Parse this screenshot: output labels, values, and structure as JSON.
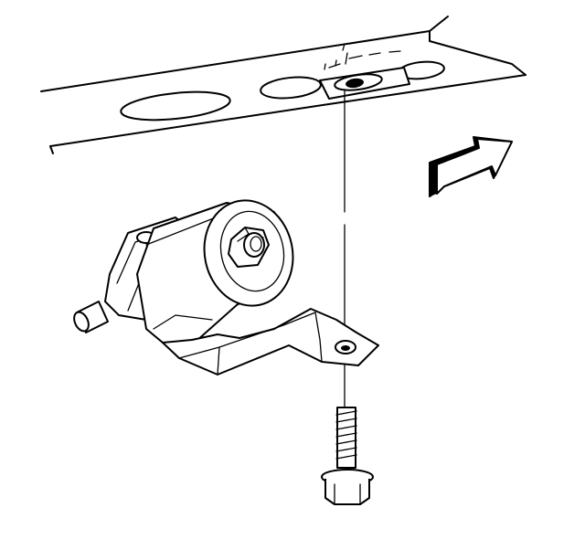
{
  "figure": {
    "parts": [
      "frame-rail",
      "fuel-filter",
      "mounting-bracket",
      "bolt",
      "direction-arrow",
      "alignment-line"
    ],
    "colors": {
      "line": "#000000",
      "fill": "#ffffff",
      "arrow_face": "#000000"
    }
  }
}
